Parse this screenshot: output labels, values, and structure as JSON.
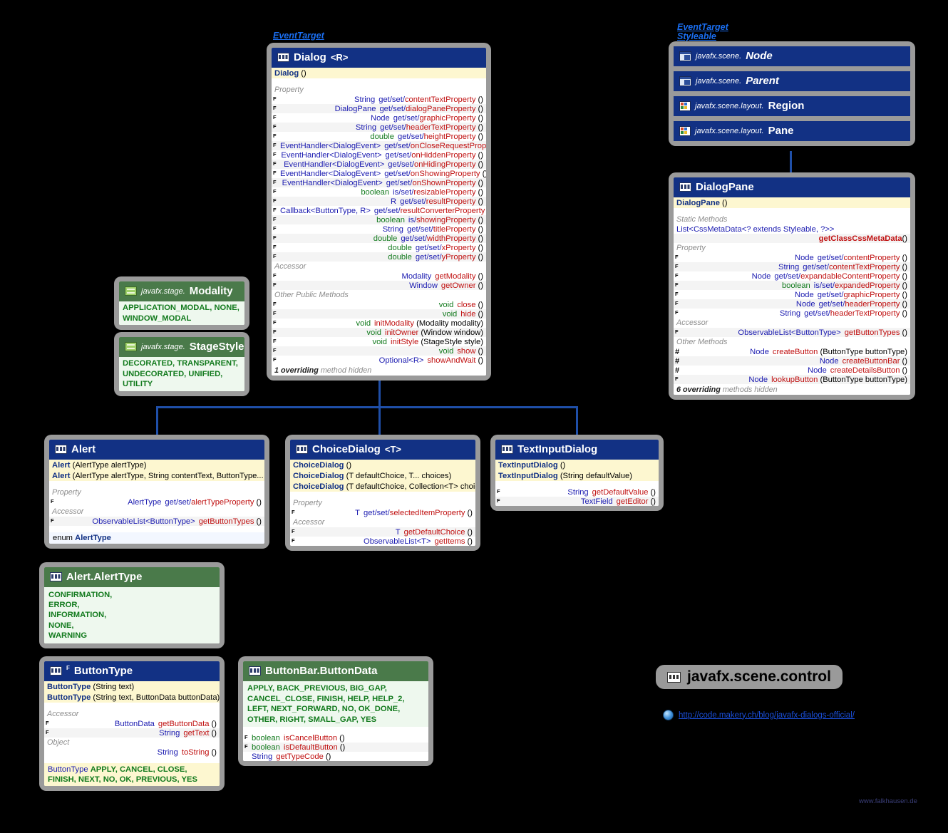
{
  "diagram": {
    "package_badge": "javafx.scene.control",
    "url": "http://code.makery.ch/blog/javafx-dialogs-official/",
    "watermark": "www.falkhausen.de",
    "accent": "#123184",
    "enum_accent": "#4a7a4a",
    "link_color": "#1a6ef0"
  },
  "supertypes": {
    "dialog": [
      "EventTarget"
    ],
    "node": [
      "EventTarget",
      "Styleable"
    ]
  },
  "classes": {
    "dialog": {
      "name": "Dialog",
      "generic": "<R>",
      "icon": "class-icon",
      "constructors": [
        {
          "name": "Dialog",
          "params": "()"
        }
      ],
      "sections": [
        {
          "title": "Property",
          "rows": [
            {
              "mark": "F",
              "type": "String",
              "prim": false,
              "gs": "get/set/",
              "name": "contentTextProperty",
              "params": "()"
            },
            {
              "mark": "F",
              "type": "DialogPane",
              "prim": false,
              "gs": "get/set/",
              "name": "dialogPaneProperty",
              "params": "()"
            },
            {
              "mark": "F",
              "type": "Node",
              "prim": false,
              "gs": "get/set/",
              "name": "graphicProperty",
              "params": "()"
            },
            {
              "mark": "F",
              "type": "String",
              "prim": false,
              "gs": "get/set/",
              "name": "headerTextProperty",
              "params": "()"
            },
            {
              "mark": "F",
              "type": "double",
              "prim": true,
              "gs": "get/set/",
              "name": "heightProperty",
              "params": "()"
            },
            {
              "mark": "F",
              "type": "EventHandler<DialogEvent>",
              "prim": false,
              "gs": "get/set/",
              "name": "onCloseRequestProperty",
              "params": "()"
            },
            {
              "mark": "F",
              "type": "EventHandler<DialogEvent>",
              "prim": false,
              "gs": "get/set/",
              "name": "onHiddenProperty",
              "params": "()"
            },
            {
              "mark": "F",
              "type": "EventHandler<DialogEvent>",
              "prim": false,
              "gs": "get/set/",
              "name": "onHidingProperty",
              "params": "()"
            },
            {
              "mark": "F",
              "type": "EventHandler<DialogEvent>",
              "prim": false,
              "gs": "get/set/",
              "name": "onShowingProperty",
              "params": "()"
            },
            {
              "mark": "F",
              "type": "EventHandler<DialogEvent>",
              "prim": false,
              "gs": "get/set/",
              "name": "onShownProperty",
              "params": "()"
            },
            {
              "mark": "F",
              "type": "boolean",
              "prim": true,
              "gs": "is/set/",
              "name": "resizableProperty",
              "params": "()"
            },
            {
              "mark": "F",
              "type": "R",
              "prim": false,
              "gs": "get/set/",
              "name": "resultProperty",
              "params": "()"
            },
            {
              "mark": "F",
              "type": "Callback<ButtonType, R>",
              "prim": false,
              "gs": "get/set/",
              "name": "resultConverterProperty",
              "params": "()"
            },
            {
              "mark": "F",
              "type": "boolean",
              "prim": true,
              "gs": "is/",
              "name": "showingProperty",
              "params": "()"
            },
            {
              "mark": "F",
              "type": "String",
              "prim": false,
              "gs": "get/set/",
              "name": "titleProperty",
              "params": "()"
            },
            {
              "mark": "F",
              "type": "double",
              "prim": true,
              "gs": "get/set/",
              "name": "widthProperty",
              "params": "()"
            },
            {
              "mark": "F",
              "type": "double",
              "prim": true,
              "gs": "get/set/",
              "name": "xProperty",
              "params": "()"
            },
            {
              "mark": "F",
              "type": "double",
              "prim": true,
              "gs": "get/set/",
              "name": "yProperty",
              "params": "()"
            }
          ]
        },
        {
          "title": "Accessor",
          "rows": [
            {
              "mark": "F",
              "type": "Modality",
              "prim": false,
              "gs": "",
              "name": "getModality",
              "params": "()"
            },
            {
              "mark": "F",
              "type": "Window",
              "prim": false,
              "gs": "",
              "name": "getOwner",
              "params": "()"
            }
          ]
        },
        {
          "title": "Other Public Methods",
          "rows": [
            {
              "mark": "F",
              "type": "void",
              "prim": true,
              "gs": "",
              "name": "close",
              "params": "()"
            },
            {
              "mark": "F",
              "type": "void",
              "prim": true,
              "gs": "",
              "name": "hide",
              "params": "()"
            },
            {
              "mark": "F",
              "type": "void",
              "prim": true,
              "gs": "",
              "name": "initModality",
              "params": "(Modality modality)"
            },
            {
              "mark": "F",
              "type": "void",
              "prim": true,
              "gs": "",
              "name": "initOwner",
              "params": "(Window window)"
            },
            {
              "mark": "F",
              "type": "void",
              "prim": true,
              "gs": "",
              "name": "initStyle",
              "params": "(StageStyle style)"
            },
            {
              "mark": "F",
              "type": "void",
              "prim": true,
              "gs": "",
              "name": "show",
              "params": "()"
            },
            {
              "mark": "F",
              "type": "Optional<R>",
              "prim": false,
              "gs": "",
              "name": "showAndWait",
              "params": "()"
            }
          ]
        }
      ],
      "footer_count": "1 overriding",
      "footer_rest": "method hidden"
    },
    "dialogpane": {
      "name": "DialogPane",
      "generic": "",
      "constructors": [
        {
          "name": "DialogPane",
          "params": "()"
        }
      ],
      "static_title": "Static Methods",
      "static_type": "List<CssMetaData<? extends Styleable, ?>>",
      "static_name": "getClassCssMetaData",
      "static_params": "()",
      "sections": [
        {
          "title": "Property",
          "rows": [
            {
              "mark": "F",
              "type": "Node",
              "prim": false,
              "gs": "get/set/",
              "name": "contentProperty",
              "params": "()"
            },
            {
              "mark": "F",
              "type": "String",
              "prim": false,
              "gs": "get/set/",
              "name": "contentTextProperty",
              "params": "()"
            },
            {
              "mark": "F",
              "type": "Node",
              "prim": false,
              "gs": "get/set/",
              "name": "expandableContentProperty",
              "params": "()"
            },
            {
              "mark": "F",
              "type": "boolean",
              "prim": true,
              "gs": "is/set/",
              "name": "expandedProperty",
              "params": "()"
            },
            {
              "mark": "F",
              "type": "Node",
              "prim": false,
              "gs": "get/set/",
              "name": "graphicProperty",
              "params": "()"
            },
            {
              "mark": "F",
              "type": "Node",
              "prim": false,
              "gs": "get/set/",
              "name": "headerProperty",
              "params": "()"
            },
            {
              "mark": "F",
              "type": "String",
              "prim": false,
              "gs": "get/set/",
              "name": "headerTextProperty",
              "params": "()"
            }
          ]
        },
        {
          "title": "Accessor",
          "rows": [
            {
              "mark": "F",
              "type": "ObservableList<ButtonType>",
              "prim": false,
              "gs": "",
              "name": "getButtonTypes",
              "params": "()"
            }
          ]
        },
        {
          "title": "Other Methods",
          "rows": [
            {
              "mark": "#",
              "type": "Node",
              "prim": false,
              "gs": "",
              "name": "createButton",
              "params": "(ButtonType buttonType)"
            },
            {
              "mark": "#",
              "type": "Node",
              "prim": false,
              "gs": "",
              "name": "createButtonBar",
              "params": "()"
            },
            {
              "mark": "#",
              "type": "Node",
              "prim": false,
              "gs": "",
              "name": "createDetailsButton",
              "params": "()"
            },
            {
              "mark": "F",
              "type": "Node",
              "prim": false,
              "gs": "",
              "name": "lookupButton",
              "params": "(ButtonType buttonType)"
            }
          ]
        }
      ],
      "footer_count": "6 overriding",
      "footer_rest": "methods hidden"
    },
    "alert": {
      "name": "Alert",
      "constructors": [
        {
          "name": "Alert",
          "params": "(AlertType alertType)"
        },
        {
          "name": "Alert",
          "params": "(AlertType alertType, String contentText, ButtonType... buttons)"
        }
      ],
      "sections": [
        {
          "title": "Property",
          "rows": [
            {
              "mark": "F",
              "type": "AlertType",
              "prim": false,
              "gs": "get/set/",
              "name": "alertTypeProperty",
              "params": "()"
            }
          ]
        },
        {
          "title": "Accessor",
          "rows": [
            {
              "mark": "F",
              "type": "ObservableList<ButtonType>",
              "prim": false,
              "gs": "",
              "name": "getButtonTypes",
              "params": "()"
            }
          ]
        }
      ],
      "nested_prefix": "enum",
      "nested_name": "AlertType"
    },
    "choicedialog": {
      "name": "ChoiceDialog",
      "generic": "<T>",
      "constructors": [
        {
          "name": "ChoiceDialog",
          "params": "()"
        },
        {
          "name": "ChoiceDialog",
          "params": "(T defaultChoice, T... choices)"
        },
        {
          "name": "ChoiceDialog",
          "params": "(T defaultChoice, Collection<T> choices)"
        }
      ],
      "sections": [
        {
          "title": "Property",
          "rows": [
            {
              "mark": "F",
              "type": "T",
              "prim": false,
              "gs": "get/set/",
              "name": "selectedItemProperty",
              "params": "()"
            }
          ]
        },
        {
          "title": "Accessor",
          "rows": [
            {
              "mark": "F",
              "type": "T",
              "prim": false,
              "gs": "",
              "name": "getDefaultChoice",
              "params": "()"
            },
            {
              "mark": "F",
              "type": "ObservableList<T>",
              "prim": false,
              "gs": "",
              "name": "getItems",
              "params": "()"
            }
          ]
        }
      ]
    },
    "textinputdialog": {
      "name": "TextInputDialog",
      "constructors": [
        {
          "name": "TextInputDialog",
          "params": "()"
        },
        {
          "name": "TextInputDialog",
          "params": "(String defaultValue)"
        }
      ],
      "sections": [
        {
          "title": "",
          "rows": [
            {
              "mark": "F",
              "type": "String",
              "prim": false,
              "gs": "",
              "name": "getDefaultValue",
              "params": "()"
            },
            {
              "mark": "F",
              "type": "TextField",
              "prim": false,
              "gs": "",
              "name": "getEditor",
              "params": "()"
            }
          ]
        }
      ]
    },
    "buttontype": {
      "name": "ButtonType",
      "mark": "F",
      "constructors": [
        {
          "name": "ButtonType",
          "params": "(String text)"
        },
        {
          "name": "ButtonType",
          "params": "(String text, ButtonData buttonData)"
        }
      ],
      "sections": [
        {
          "title": "Accessor",
          "rows": [
            {
              "mark": "F",
              "type": "ButtonData",
              "prim": false,
              "gs": "",
              "name": "getButtonData",
              "params": "()"
            },
            {
              "mark": "F",
              "type": "String",
              "prim": false,
              "gs": "",
              "name": "getText",
              "params": "()"
            }
          ]
        },
        {
          "title": "Object",
          "rows": [
            {
              "mark": "",
              "type": "String",
              "prim": false,
              "gs": "",
              "name": "toString",
              "params": "()"
            }
          ]
        }
      ],
      "constants_type": "ButtonType",
      "constants": "APPLY, CANCEL, CLOSE, FINISH, NEXT, NO, OK, PREVIOUS, YES"
    }
  },
  "enums": {
    "modality": {
      "package": "javafx.stage.",
      "name": "Modality",
      "constants": "APPLICATION_MODAL, NONE, WINDOW_MODAL"
    },
    "stagestyle": {
      "package": "javafx.stage.",
      "name": "StageStyle",
      "constants": "DECORATED, TRANSPARENT, UNDECORATED, UNIFIED, UTILITY"
    },
    "alerttype": {
      "name": "Alert.AlertType",
      "constants": "CONFIRMATION,\nERROR,\nINFORMATION,\nNONE,\nWARNING"
    },
    "buttondata": {
      "name": "ButtonBar.ButtonData",
      "constants": "APPLY, BACK_PREVIOUS, BIG_GAP, CANCEL_CLOSE, FINISH, HELP, HELP_2, LEFT, NEXT_FORWARD, NO, OK_DONE, OTHER, RIGHT, SMALL_GAP, YES",
      "rows": [
        {
          "mark": "F",
          "type": "boolean",
          "prim": true,
          "gs": "",
          "name": "isCancelButton",
          "params": "()"
        },
        {
          "mark": "F",
          "type": "boolean",
          "prim": true,
          "gs": "",
          "name": "isDefaultButton",
          "params": "()"
        },
        {
          "mark": "",
          "type": "String",
          "prim": false,
          "gs": "",
          "name": "getTypeCode",
          "params": "()"
        }
      ]
    }
  },
  "hierarchy_stack": {
    "items": [
      {
        "package": "javafx.scene.",
        "name": "Node",
        "icon": "node-icon",
        "italic": true
      },
      {
        "package": "javafx.scene.",
        "name": "Parent",
        "icon": "node-icon",
        "italic": true
      },
      {
        "package": "javafx.scene.layout.",
        "name": "Region",
        "icon": "layout-icon",
        "italic": false
      },
      {
        "package": "javafx.scene.layout.",
        "name": "Pane",
        "icon": "layout-icon",
        "italic": false
      }
    ]
  }
}
